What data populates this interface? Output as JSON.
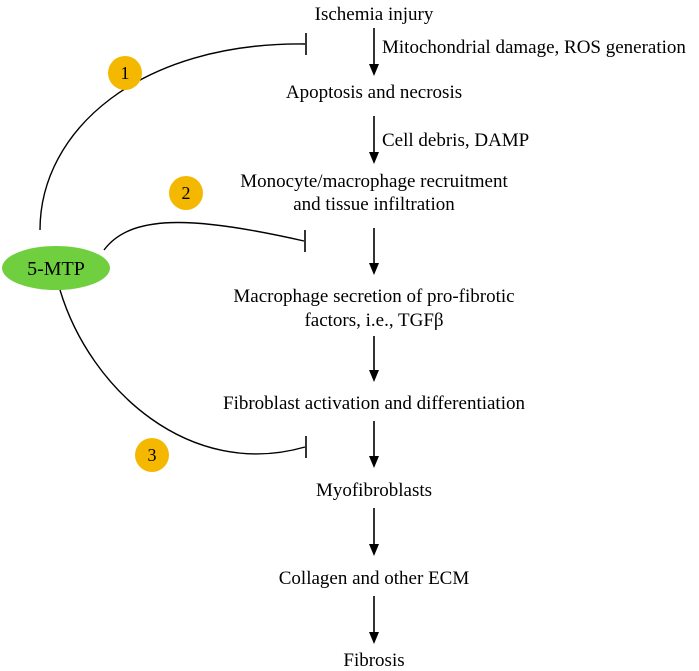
{
  "diagram": {
    "steps": [
      "Ischemia injury",
      "Apoptosis and necrosis",
      "Monocyte/macrophage recruitment",
      "and tissue infiltration",
      "Macrophage secretion of pro-fibrotic",
      "factors, i.e., TGFβ",
      "Fibroblast activation and differentiation",
      "Myofibroblasts",
      "Collagen and other ECM",
      "Fibrosis"
    ],
    "arrow_notes": [
      "Mitochondrial damage, ROS generation",
      "Cell debris, DAMP"
    ],
    "inhibitor": {
      "label": "5-MTP",
      "color": "#6fcf3f"
    },
    "badges": [
      "1",
      "2",
      "3"
    ],
    "badge_color": "#f5b800",
    "arrow_color": "#000000"
  }
}
